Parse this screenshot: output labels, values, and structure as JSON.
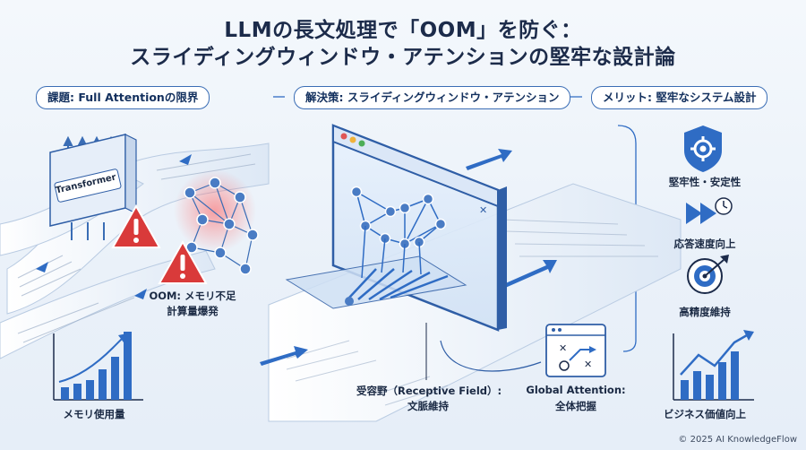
{
  "title": {
    "line1": "LLMの長文処理で「OOM」を防ぐ：",
    "line2": "スライディングウィンドウ・アテンションの堅牢な設計論"
  },
  "sections": {
    "left": "課題: Full Attentionの限界",
    "center": "解決策: スライディングウィンドウ・アテンション",
    "right": "メリット: 堅牢なシステム設計"
  },
  "left_panel": {
    "transformer_label": "Transformer",
    "oom_line1": "OOM: メモリ不足",
    "oom_line2": "計算量爆発",
    "memory_label": "メモリ使用量"
  },
  "center_panel": {
    "receptive_line1": "受容野（Receptive Field）:",
    "receptive_line2": "文脈維持",
    "global_line1": "Global Attention:",
    "global_line2": "全体把握"
  },
  "benefits": [
    {
      "label": "堅牢性・安定性",
      "icon": "shield-gear-icon"
    },
    {
      "label": "応答速度向上",
      "icon": "fast-forward-clock-icon"
    },
    {
      "label": "高精度維持",
      "icon": "target-icon"
    },
    {
      "label": "ビジネス価値向上",
      "icon": "growth-chart-icon"
    }
  ],
  "credit": "© 2025 AI KnowledgeFlow",
  "colors": {
    "accent": "#2f6cc4",
    "warning": "#d93a3a",
    "navy": "#1c2b4a"
  }
}
